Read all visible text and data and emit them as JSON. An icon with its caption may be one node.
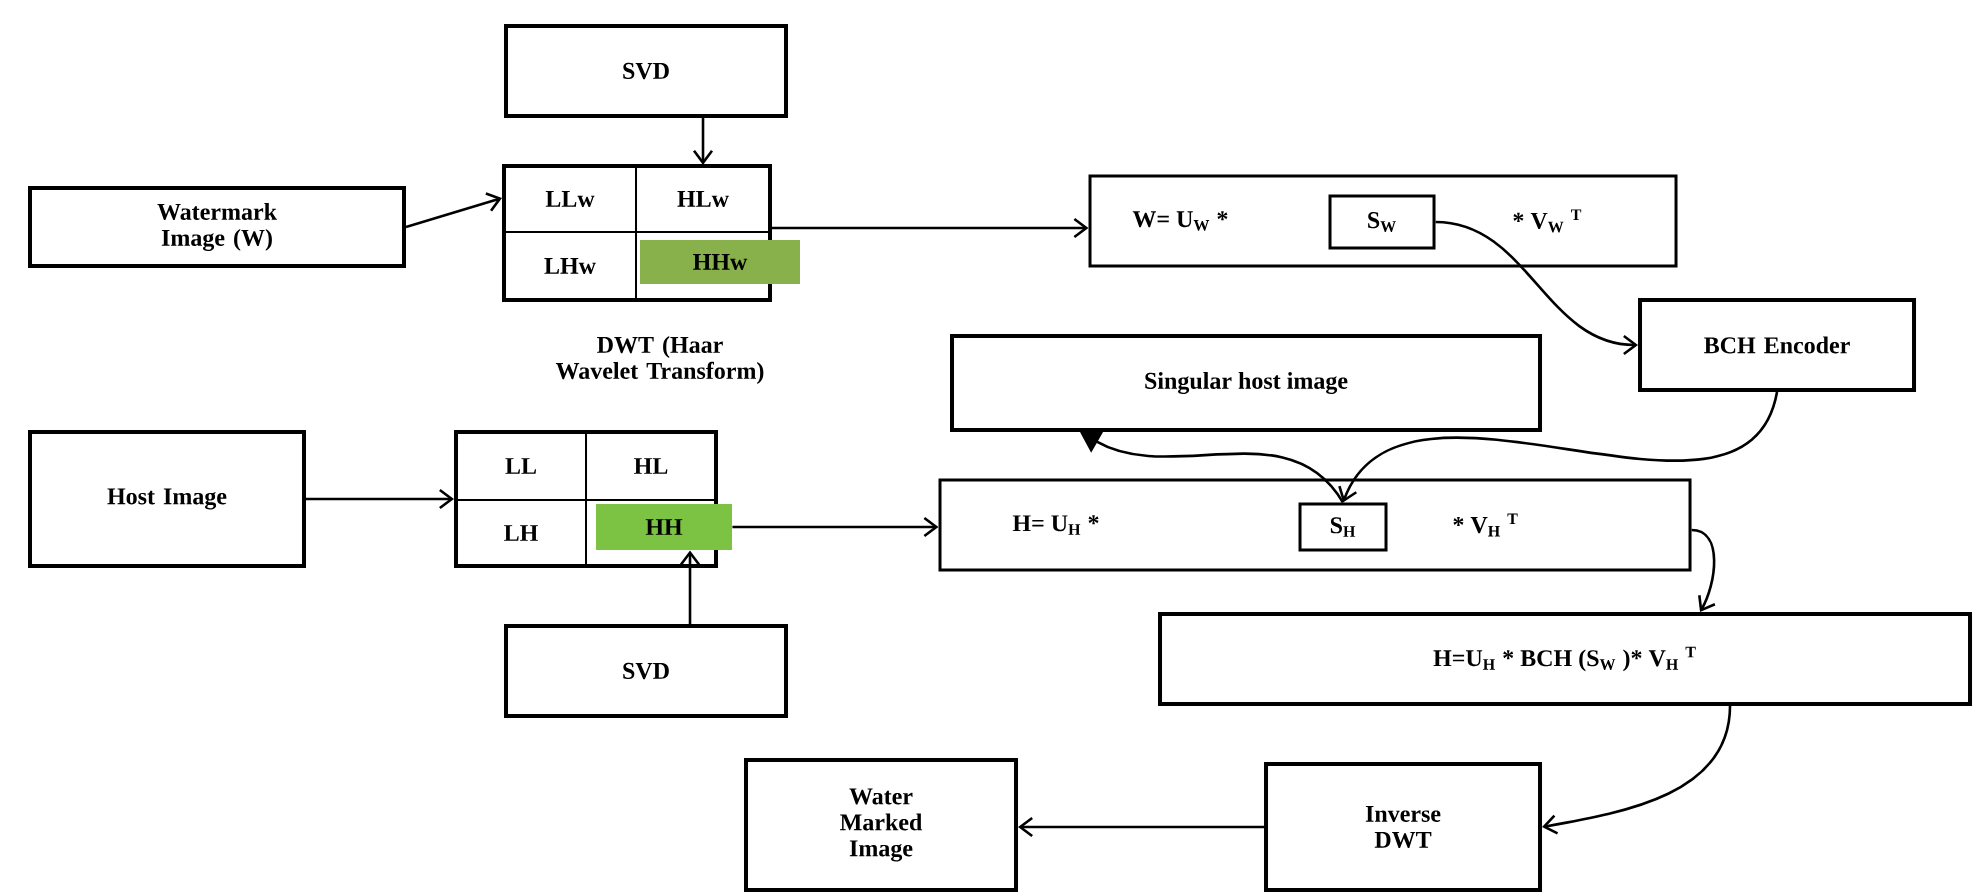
{
  "diagram": {
    "nodes": [
      {
        "text": [
          "SVD"
        ]
      },
      {
        "text": [
          "Watermark Image (W)"
        ]
      },
      {
        "text": [],
        "shape": "box"
      },
      {
        "text": [
          "LLw"
        ],
        "in": 2
      },
      {
        "text": [
          "HLw"
        ],
        "in": 2
      },
      {
        "text": [
          "LHw"
        ],
        "in": 2
      },
      {
        "text": [
          "HHw"
        ],
        "in": 2
      },
      {
        "text": [
          "W= U$_{W}$ *",
          "* V$_{W}$ $^{T}$"
        ]
      },
      {
        "text": [
          "S$_{W}$"
        ],
        "in": 7
      },
      {
        "text": [
          "BCH Encoder"
        ]
      },
      {
        "text": [
          "Singular host image"
        ]
      },
      {
        "text": [
          "Host Image"
        ]
      },
      {
        "text": [],
        "shape": "box"
      },
      {
        "text": [
          "LL"
        ],
        "in": 12
      },
      {
        "text": [
          "HL"
        ],
        "in": 12
      },
      {
        "text": [
          "LH"
        ],
        "in": 12
      },
      {
        "text": [
          "HH"
        ],
        "in": 12
      },
      {
        "text": [
          "H= U$_{H}$ *",
          "* V$_{H}$ $^{T}$"
        ]
      },
      {
        "text": [
          "S$_{H}$"
        ],
        "in": 17
      },
      {
        "text": [
          "SVD"
        ]
      },
      {
        "text": [
          "H=U$_{H}$ * BCH (S$_{W}$ )* V$_{H}$ $^{T}$"
        ]
      },
      {
        "text": [
          "Inverse DWT"
        ]
      },
      {
        "text": [
          "Water Marked Image"
        ]
      }
    ],
    "edges": [
      {
        "from": 0,
        "to": 4,
        "arrow": "to"
      },
      {
        "from": 1,
        "to": 2,
        "arrow": "to"
      },
      {
        "from": 2,
        "to": 7,
        "arrow": "to"
      },
      {
        "from": 8,
        "to": 9,
        "arrow": "to"
      },
      {
        "from": 9,
        "to": 18,
        "arrow": "to"
      },
      {
        "from": 18,
        "to": 10,
        "arrow": "to"
      },
      {
        "from": 11,
        "to": 12,
        "arrow": "to"
      },
      {
        "from": 16,
        "to": 17,
        "arrow": "to"
      },
      {
        "from": 19,
        "to": 16,
        "arrow": "to"
      },
      {
        "from": 17,
        "to": 20,
        "arrow": "to"
      },
      {
        "from": 20,
        "to": 21,
        "arrow": "to"
      },
      {
        "from": 21,
        "to": 22,
        "arrow": "to"
      }
    ],
    "labels": [
      "DWT (Haar Wavelet Transform)"
    ]
  }
}
